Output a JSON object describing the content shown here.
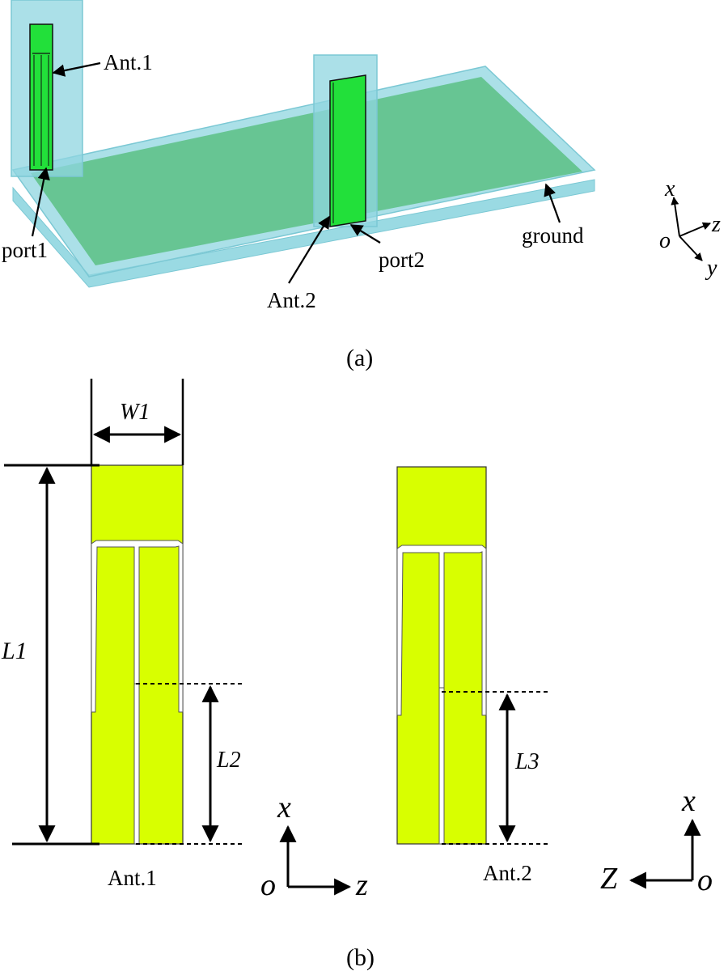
{
  "panel_a": {
    "caption": "(a)",
    "labels": {
      "ant1": "Ant.1",
      "ant2": "Ant.2",
      "port1": "port1",
      "port2": "port2",
      "ground": "ground"
    },
    "axes": {
      "x": "x",
      "z": "z",
      "y": "y",
      "origin": "o"
    }
  },
  "panel_b": {
    "caption": "(b)",
    "ant1_label": "Ant.1",
    "ant2_label": "Ant.2",
    "dims": {
      "w1": "W1",
      "l1": "L1",
      "l2": "L2",
      "l3": "L3"
    },
    "axes_left": {
      "x": "x",
      "z": "z",
      "origin": "o"
    },
    "axes_right": {
      "x": "x",
      "z": "Z",
      "origin": "o"
    }
  },
  "colors": {
    "substrate": "#8fd6e0",
    "ground_plane": "#5fc28a",
    "antenna_patch_3d": "#22e03a",
    "antenna_patch_2d": "#d8ff00",
    "outline": "#111111"
  }
}
